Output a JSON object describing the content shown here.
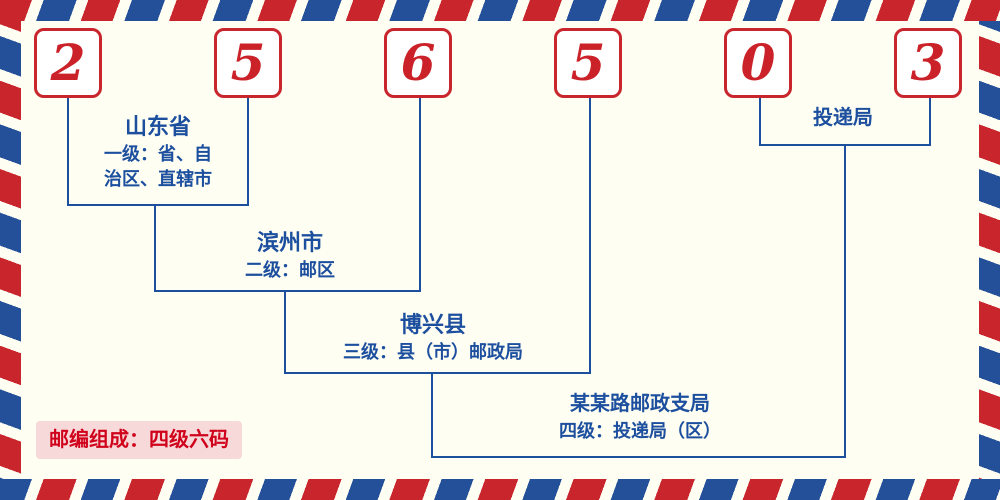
{
  "postal_code": {
    "value": "256503",
    "digits": [
      "2",
      "5",
      "6",
      "5",
      "0",
      "3"
    ]
  },
  "levels": [
    {
      "name": "山东省",
      "desc_line1": "一级：省、自",
      "desc_line2": "治区、直辖市"
    },
    {
      "name": "滨州市",
      "desc": "二级：邮区"
    },
    {
      "name": "博兴县",
      "desc": "三级：县（市）邮政局"
    },
    {
      "name": "某某路邮政支局",
      "desc": "四级：投递局（区）"
    },
    {
      "name": "投递局"
    }
  ],
  "footer": {
    "composition_label": "邮编组成：四级六码"
  },
  "colors": {
    "digit_red": "#cb2128",
    "label_blue": "#1d4f9f",
    "border_red": "#c9252c",
    "border_blue": "#235099",
    "background": "#fffef2",
    "badge_background": "#f7d9d9",
    "badge_text": "#d0021b"
  }
}
